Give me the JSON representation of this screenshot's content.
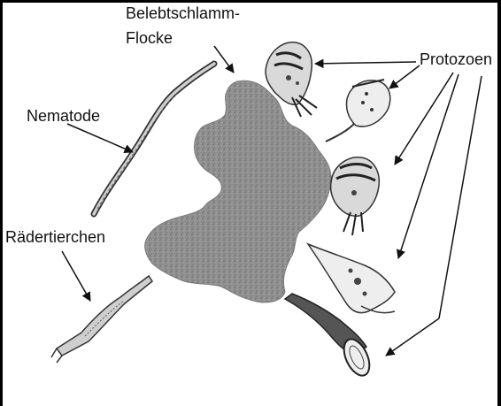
{
  "labels": {
    "floc_line1": "Belebtschlamm-",
    "floc_line2": "Flocke",
    "nematode": "Nematode",
    "protozoa": "Protozoen",
    "rotifers": "Rädertierchen"
  },
  "colors": {
    "floc": "#8c8c8c",
    "ink": "#111111",
    "organism_fill": "#d9d9d9",
    "organism_dark": "#555555"
  }
}
